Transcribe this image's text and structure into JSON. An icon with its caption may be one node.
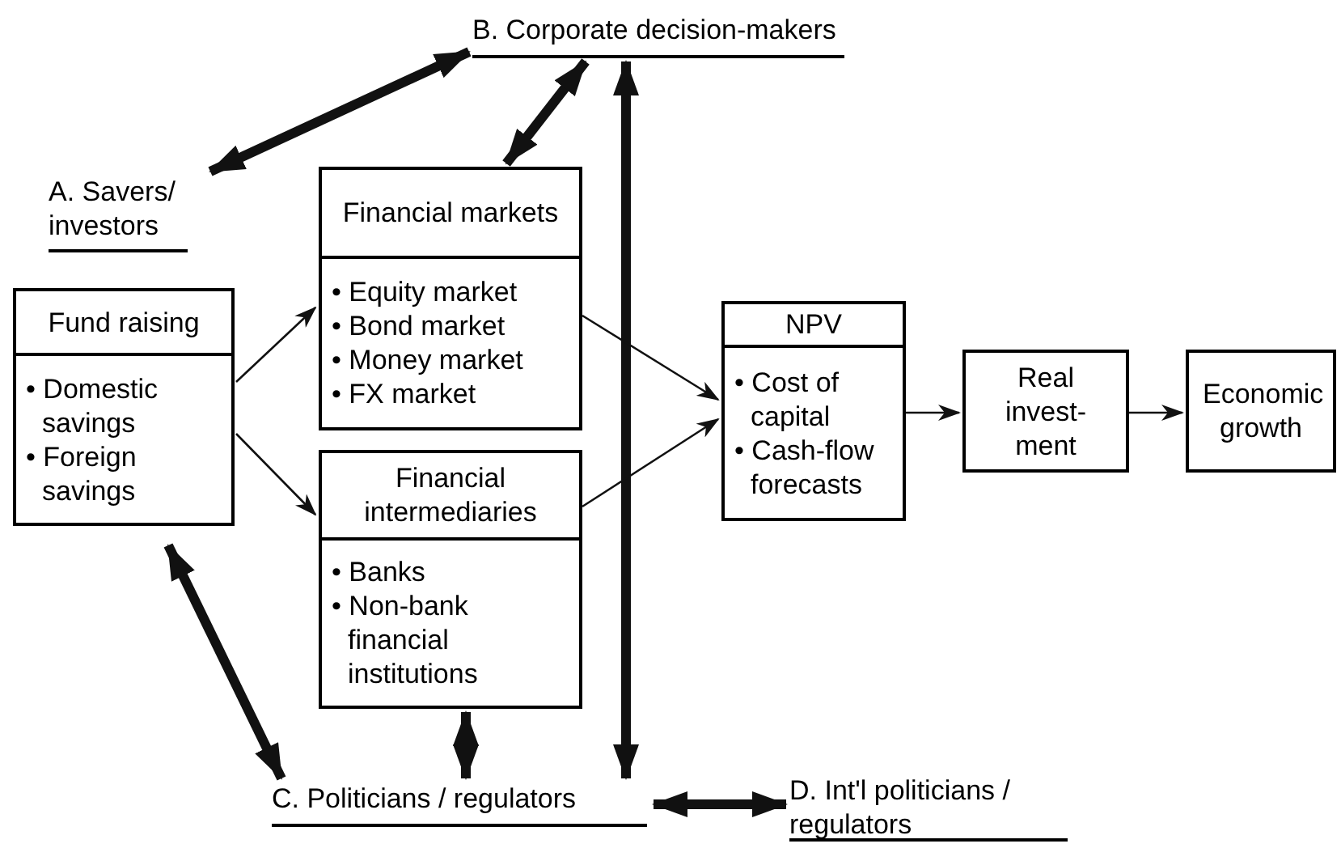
{
  "diagram": {
    "nodes": [
      {
        "text": [
          "B. Corporate decision-makers"
        ]
      },
      {
        "text": [
          "A. Savers/ investors"
        ]
      },
      {
        "text": [
          "Fund raising",
          "• Domestic savings",
          "• Foreign savings"
        ]
      },
      {
        "text": [
          "Financial markets",
          "• Equity market",
          "• Bond market",
          "• Money market",
          "• FX market"
        ]
      },
      {
        "text": [
          "Financial intermediaries",
          "• Banks",
          "• Non-bank financial institutions"
        ]
      },
      {
        "text": [
          "NPV",
          "• Cost of capital",
          "• Cash-flow forecasts"
        ]
      },
      {
        "text": [
          "Real invest-ment"
        ]
      },
      {
        "text": [
          "Economic growth"
        ]
      },
      {
        "text": [
          "C. Politicians / regulators"
        ]
      },
      {
        "text": [
          "D. Int'l politicians / regulators"
        ]
      }
    ],
    "edges": [
      {
        "from": 1,
        "to": 0,
        "arrow": "both",
        "style": "thick"
      },
      {
        "from": 3,
        "to": 0,
        "arrow": "both",
        "style": "thick"
      },
      {
        "from": 8,
        "to": 0,
        "arrow": "both",
        "style": "thick"
      },
      {
        "from": 2,
        "to": 3,
        "arrow": "to"
      },
      {
        "from": 2,
        "to": 4,
        "arrow": "to"
      },
      {
        "from": 3,
        "to": 5,
        "arrow": "to"
      },
      {
        "from": 4,
        "to": 5,
        "arrow": "to"
      },
      {
        "from": 5,
        "to": 6,
        "arrow": "to"
      },
      {
        "from": 6,
        "to": 7,
        "arrow": "to"
      },
      {
        "from": 2,
        "to": 8,
        "arrow": "both",
        "style": "thick"
      },
      {
        "from": 4,
        "to": 8,
        "arrow": "both",
        "style": "thick"
      },
      {
        "from": 8,
        "to": 9,
        "arrow": "both",
        "style": "thick"
      }
    ]
  }
}
